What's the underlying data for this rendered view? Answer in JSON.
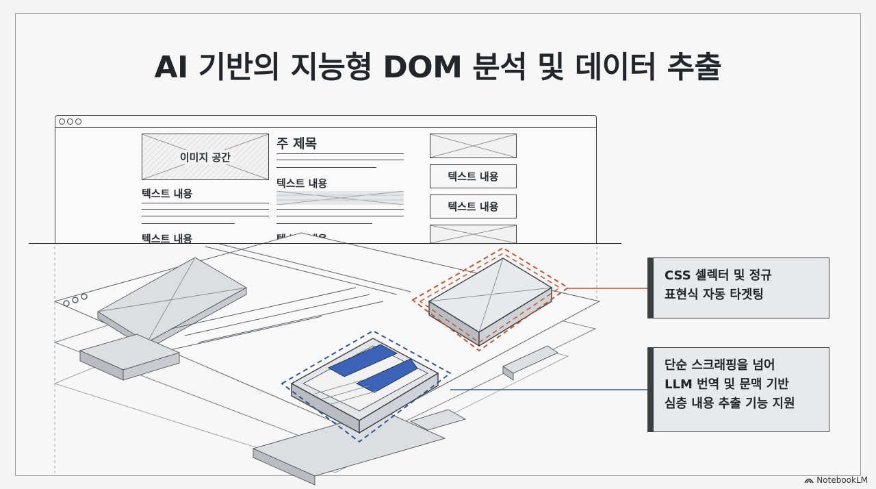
{
  "title": "AI 기반의 지능형 DOM 분석 및 데이터 추출",
  "mockup": {
    "image_placeholder": "이미지 공간",
    "main_heading": "주 제목",
    "text_labels": [
      "텍스트 내용",
      "텍스트 내용",
      "텍스트 내용",
      "텍스트 내용"
    ],
    "sidebar_labels": [
      "텍스트 내용",
      "텍스트 내용"
    ]
  },
  "callouts": [
    {
      "lines": [
        "CSS 셀렉터 및 정규",
        "표현식 자동 타겟팅"
      ],
      "accent": "#b5532e"
    },
    {
      "lines": [
        "단순 스크래핑을 넘어",
        "LLM 번역 및 문맥 기반",
        "심층 내용 추출 기능 지원"
      ],
      "accent": "#2f5597"
    }
  ],
  "colors": {
    "selector": "#c0532e",
    "content": "#2f5597",
    "fill_blue": "#3c63b5"
  },
  "brand": "NotebookLM"
}
